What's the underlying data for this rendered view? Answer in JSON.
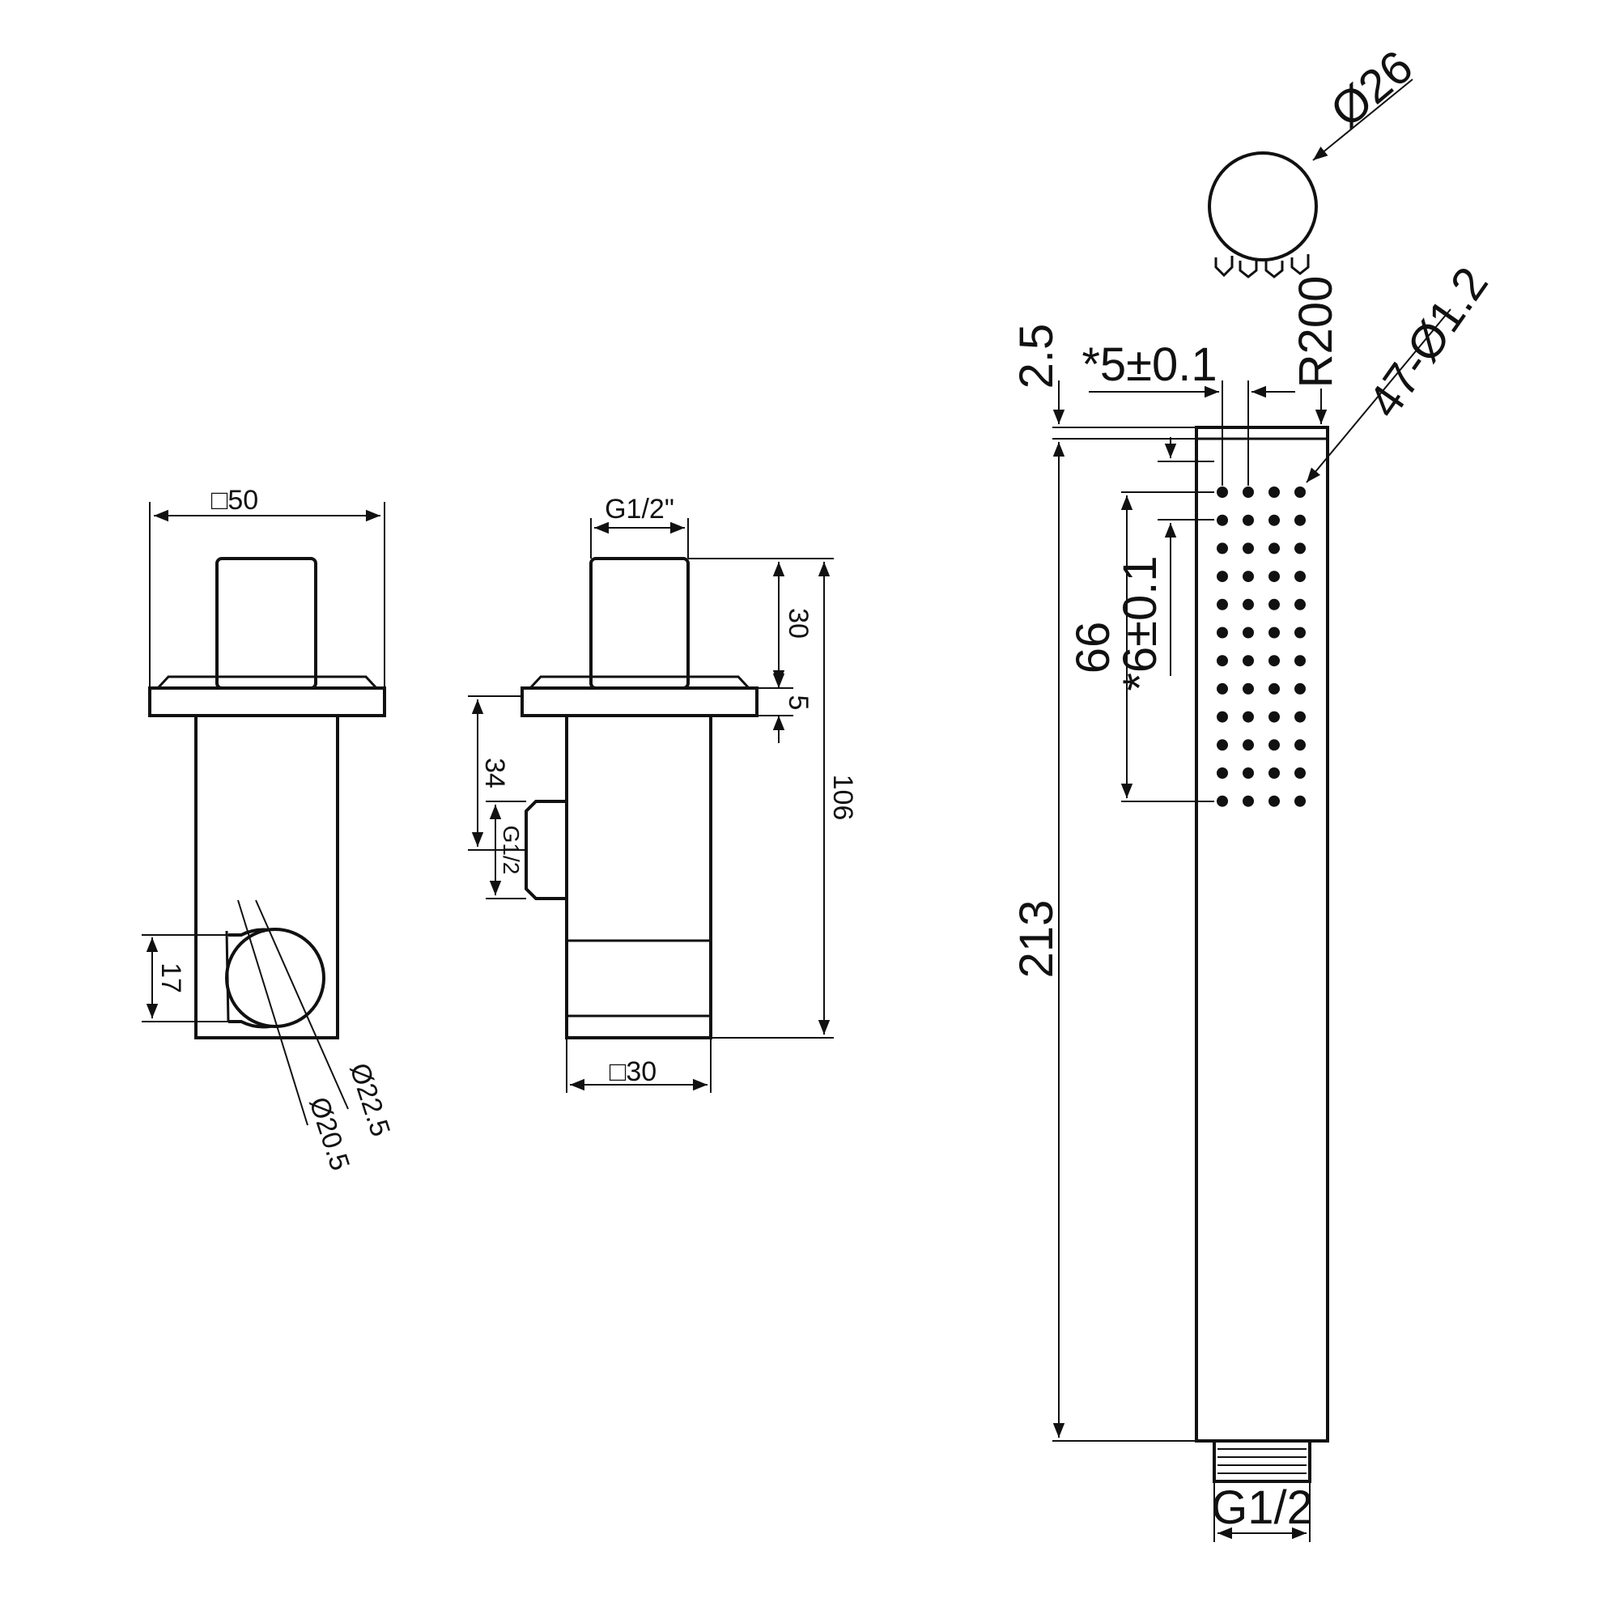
{
  "drawing": {
    "background": "#ffffff",
    "line_color": "#111111",
    "holder_view": {
      "width_label": "□50",
      "height_label": "17",
      "inner_dia_label": "Ø20.5",
      "outer_dia_label": "Ø22.5"
    },
    "elbow_view": {
      "top_thread_label": "G1/2\"",
      "dim_30": "30",
      "dim_5": "5",
      "dim_106": "106",
      "dim_34": "34",
      "side_thread_label": "G1/2",
      "bottom_label": "□30"
    },
    "handshower_view": {
      "head_dia_label": "Ø26",
      "dim_2_5": "2.5",
      "dim_pitch_x": "*5±0.1",
      "radius_label": "R200",
      "holes_label": "47-Ø1.2",
      "dim_66": "66",
      "dim_pitch_y": "*6±0.1",
      "dim_213": "213",
      "bottom_thread_label": "G1/2",
      "hole_grid": {
        "rows": 12,
        "cols": 4
      }
    }
  }
}
